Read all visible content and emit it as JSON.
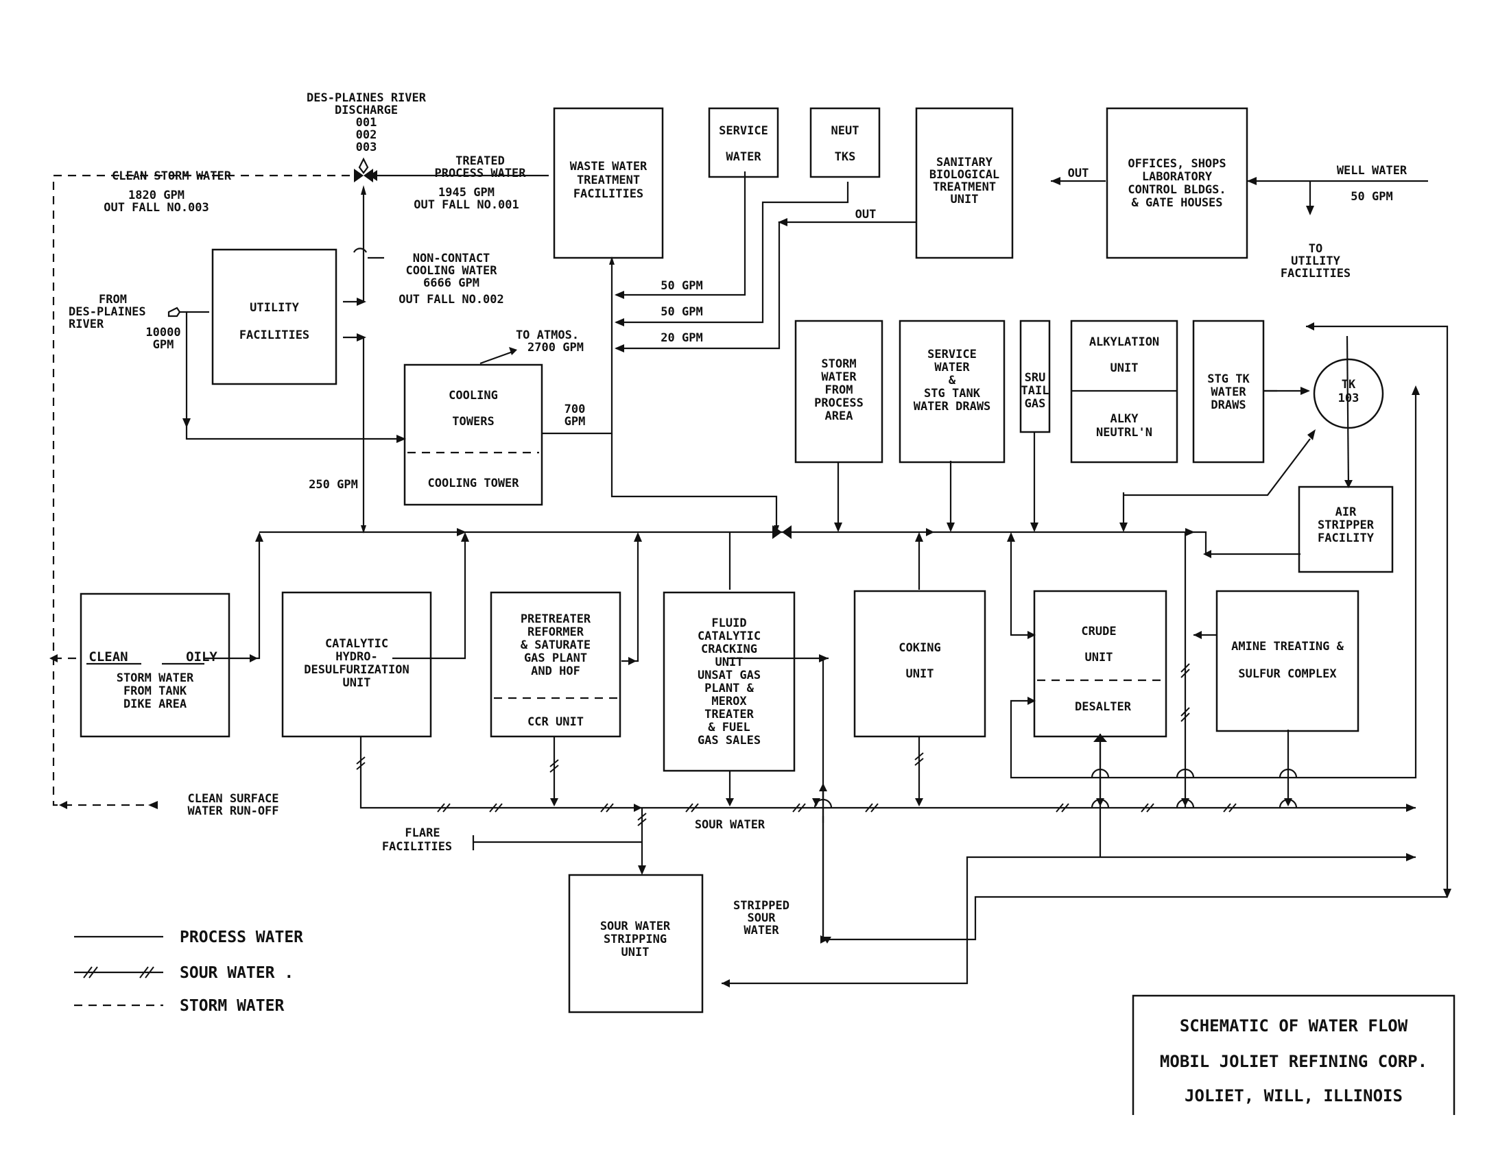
{
  "units": {
    "wwtf": [
      "WASTE WATER",
      "TREATMENT",
      "FACILITIES"
    ],
    "service_water": [
      "SERVICE",
      "WATER"
    ],
    "neut_tks": [
      "NEUT",
      "TKS"
    ],
    "sanitary": [
      "SANITARY",
      "BIOLOGICAL",
      "TREATMENT",
      "UNIT"
    ],
    "offices": [
      "OFFICES, SHOPS",
      "LABORATORY",
      "CONTROL BLDGS.",
      "& GATE HOUSES"
    ],
    "utility": [
      "UTILITY",
      "FACILITIES"
    ],
    "cooling_towers": [
      "COOLING",
      "TOWERS"
    ],
    "cooling_tower_sub": "COOLING TOWER",
    "storm_process": [
      "STORM",
      "WATER",
      "FROM",
      "PROCESS",
      "AREA"
    ],
    "service_stg": [
      "SERVICE",
      "WATER",
      "&",
      "STG TANK",
      "WATER DRAWS"
    ],
    "sru": [
      "SRU",
      "TAIL",
      "GAS"
    ],
    "alkylation": [
      "ALKYLATION",
      "UNIT"
    ],
    "alky_neut": [
      "ALKY",
      "NEUTRL'N"
    ],
    "stg_tk": [
      "STG TK",
      "WATER",
      "DRAWS"
    ],
    "tk103": [
      "TK",
      "103"
    ],
    "air_stripper": [
      "AIR",
      "STRIPPER",
      "FACILITY"
    ],
    "tank_dike_labels": [
      "CLEAN",
      "OILY"
    ],
    "tank_dike": [
      "STORM WATER",
      "FROM TANK",
      "DIKE AREA"
    ],
    "cat_hydro": [
      "CATALYTIC",
      "HYDRO-",
      "DESULFURIZATION",
      "UNIT"
    ],
    "pretreater": [
      "PRETREATER",
      "REFORMER",
      "& SATURATE",
      "GAS PLANT",
      "AND HOF"
    ],
    "ccr": "CCR UNIT",
    "fcc": [
      "FLUID",
      "CATALYTIC",
      "CRACKING",
      "UNIT",
      "UNSAT GAS",
      "PLANT &",
      "MEROX",
      "TREATER",
      "& FUEL",
      "GAS SALES"
    ],
    "coking": [
      "COKING",
      "UNIT"
    ],
    "crude": [
      "CRUDE",
      "UNIT"
    ],
    "desalter": "DESALTER",
    "amine": [
      "AMINE TREATING &",
      "SULFUR COMPLEX"
    ],
    "sour_stripping": [
      "SOUR WATER",
      "STRIPPING",
      "UNIT"
    ]
  },
  "labels": {
    "river_discharge": [
      "DES-PLAINES RIVER",
      "DISCHARGE",
      "001",
      "002",
      "003"
    ],
    "clean_storm": "CLEAN STORM WATER",
    "outfall_003": [
      "1820 GPM",
      "OUT FALL NO.003"
    ],
    "treated": [
      "TREATED",
      "PROCESS WATER"
    ],
    "outfall_001": [
      "1945 GPM",
      "OUT FALL NO.001"
    ],
    "non_contact": [
      "NON-CONTACT",
      "COOLING WATER",
      "6666 GPM",
      "OUT FALL NO.002"
    ],
    "from_river": [
      "FROM",
      "DES-PLAINES",
      "RIVER"
    ],
    "river_flow": [
      "10000",
      "GPM"
    ],
    "to_atmos": [
      "TO ATMOS.",
      "2700 GPM"
    ],
    "ct_flow": [
      "700",
      "GPM"
    ],
    "gpm_250": "250 GPM",
    "gpm_50": "50 GPM",
    "gpm_50b": "50 GPM",
    "gpm_20": "20 GPM",
    "out1": "OUT",
    "out2": "OUT",
    "well_water": "WELL WATER",
    "well_flow": "50 GPM",
    "to_utility": [
      "TO",
      "UTILITY",
      "FACILITIES"
    ],
    "sour_water": "SOUR WATER",
    "flare": [
      "FLARE",
      "FACILITIES"
    ],
    "stripped": [
      "STRIPPED",
      "SOUR",
      "WATER"
    ],
    "clean_surface": [
      "CLEAN SURFACE",
      "WATER RUN-OFF"
    ]
  },
  "legend": {
    "process": "PROCESS WATER",
    "sour": "SOUR WATER .",
    "storm": "STORM WATER"
  },
  "title": [
    "SCHEMATIC OF WATER FLOW",
    "MOBIL JOLIET REFINING CORP.",
    "JOLIET, WILL, ILLINOIS"
  ]
}
